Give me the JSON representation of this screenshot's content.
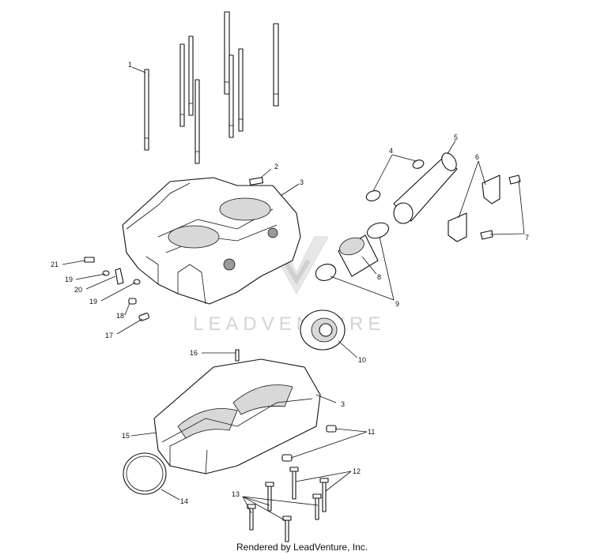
{
  "watermark": {
    "text": "LEADVENTURE"
  },
  "footer": {
    "text": "Rendered by LeadVenture, Inc."
  },
  "callouts": [
    {
      "id": "c1",
      "label": "1"
    },
    {
      "id": "c2",
      "label": "2"
    },
    {
      "id": "c3a",
      "label": "3"
    },
    {
      "id": "c4",
      "label": "4"
    },
    {
      "id": "c5",
      "label": "5"
    },
    {
      "id": "c6",
      "label": "6"
    },
    {
      "id": "c7",
      "label": "7"
    },
    {
      "id": "c8",
      "label": "8"
    },
    {
      "id": "c9",
      "label": "9"
    },
    {
      "id": "c10",
      "label": "10"
    },
    {
      "id": "c11",
      "label": "11"
    },
    {
      "id": "c12",
      "label": "12"
    },
    {
      "id": "c13",
      "label": "13"
    },
    {
      "id": "c14",
      "label": "14"
    },
    {
      "id": "c15",
      "label": "15"
    },
    {
      "id": "c16",
      "label": "16"
    },
    {
      "id": "c3b",
      "label": "3"
    },
    {
      "id": "c17",
      "label": "17"
    },
    {
      "id": "c18",
      "label": "18"
    },
    {
      "id": "c19a",
      "label": "19"
    },
    {
      "id": "c20",
      "label": "20"
    },
    {
      "id": "c19b",
      "label": "19"
    },
    {
      "id": "c21",
      "label": "21"
    }
  ]
}
